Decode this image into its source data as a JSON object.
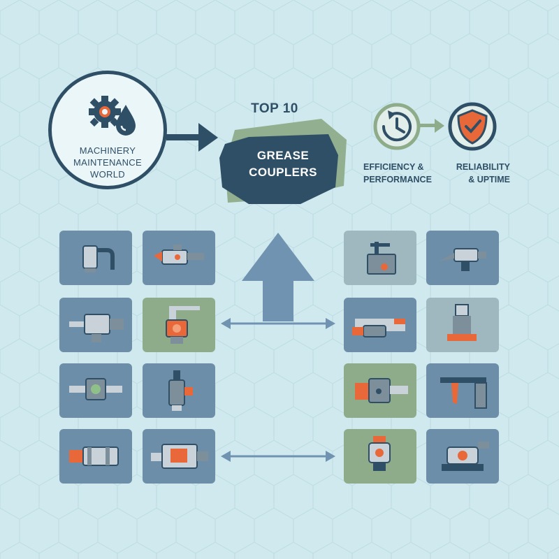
{
  "logo": {
    "lines": [
      "MACHINERY",
      "MAINTENANCE",
      "WORLD"
    ],
    "icons": [
      "gear-icon",
      "oil-drop-icon"
    ]
  },
  "headline": {
    "top": "TOP 10",
    "badge_lines": [
      "GREASE",
      "COUPLERS"
    ]
  },
  "benefits": {
    "icons": [
      "clock-icon",
      "shield-check-icon"
    ],
    "row1": [
      "EFFICIENCY &",
      "RELIABILITY"
    ],
    "row2": [
      "PERFORMANCE",
      "& UPTIME"
    ]
  },
  "colors": {
    "background": "#cfe9ee",
    "navy": "#2f4f66",
    "tile_blue": "#6d8ea8",
    "tile_green": "#8eac8a",
    "accent_orange": "#e8683a",
    "arrow": "#6f93b0"
  },
  "tiles": [
    {
      "icon": "angle-coupler-icon",
      "tone": "blue"
    },
    {
      "icon": "straight-coupler-icon",
      "tone": "blue"
    },
    {
      "icon": "clamp-fitting-icon",
      "tone": "grey"
    },
    {
      "icon": "nozzle-coupler-icon",
      "tone": "blue"
    },
    {
      "icon": "valve-coupler-icon",
      "tone": "blue"
    },
    {
      "icon": "lever-coupler-icon",
      "tone": "green"
    },
    {
      "icon": "long-connector-icon",
      "tone": "blue"
    },
    {
      "icon": "nipple-fitting-icon",
      "tone": "grey"
    },
    {
      "icon": "tee-coupler-icon",
      "tone": "blue"
    },
    {
      "icon": "swivel-coupler-icon",
      "tone": "blue"
    },
    {
      "icon": "side-coupler-icon",
      "tone": "green"
    },
    {
      "icon": "grease-gun-icon",
      "tone": "blue"
    },
    {
      "icon": "hose-connector-icon",
      "tone": "blue"
    },
    {
      "icon": "square-coupler-icon",
      "tone": "blue"
    },
    {
      "icon": "button-fitting-icon",
      "tone": "green"
    },
    {
      "icon": "base-coupler-icon",
      "tone": "blue"
    }
  ]
}
